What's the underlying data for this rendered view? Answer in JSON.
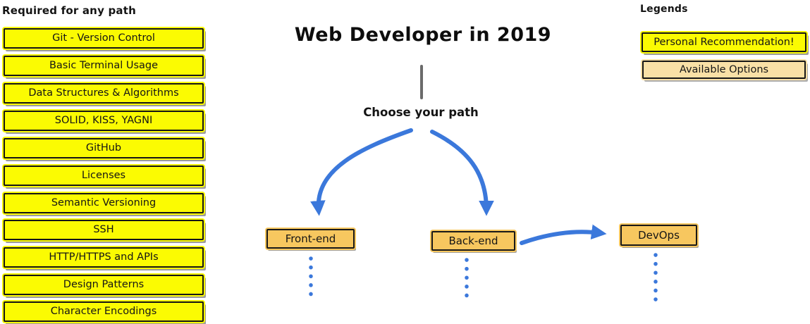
{
  "header": {
    "title": "Web Developer in 2019",
    "choose_path_label": "Choose your path"
  },
  "required": {
    "heading": "Required for any path",
    "items": [
      "Git - Version Control",
      "Basic Terminal Usage",
      "Data Structures & Algorithms",
      "SOLID, KISS, YAGNI",
      "GitHub",
      "Licenses",
      "Semantic Versioning",
      "SSH",
      "HTTP/HTTPS and APIs",
      "Design Patterns",
      "Character Encodings"
    ]
  },
  "paths": {
    "frontend": "Front-end",
    "backend": "Back-end",
    "devops": "DevOps"
  },
  "legends": {
    "heading": "Legends",
    "personal_recommendation": "Personal Recommendation!",
    "available_options": "Available Options"
  },
  "colors": {
    "recommendation_yellow": "#FBFB02",
    "path_box_tan": "#F7C75F",
    "legend_option_light_tan": "#F9E0A6",
    "arrow_blue": "#3B78DB",
    "divider_gray": "#6B6B6B"
  }
}
